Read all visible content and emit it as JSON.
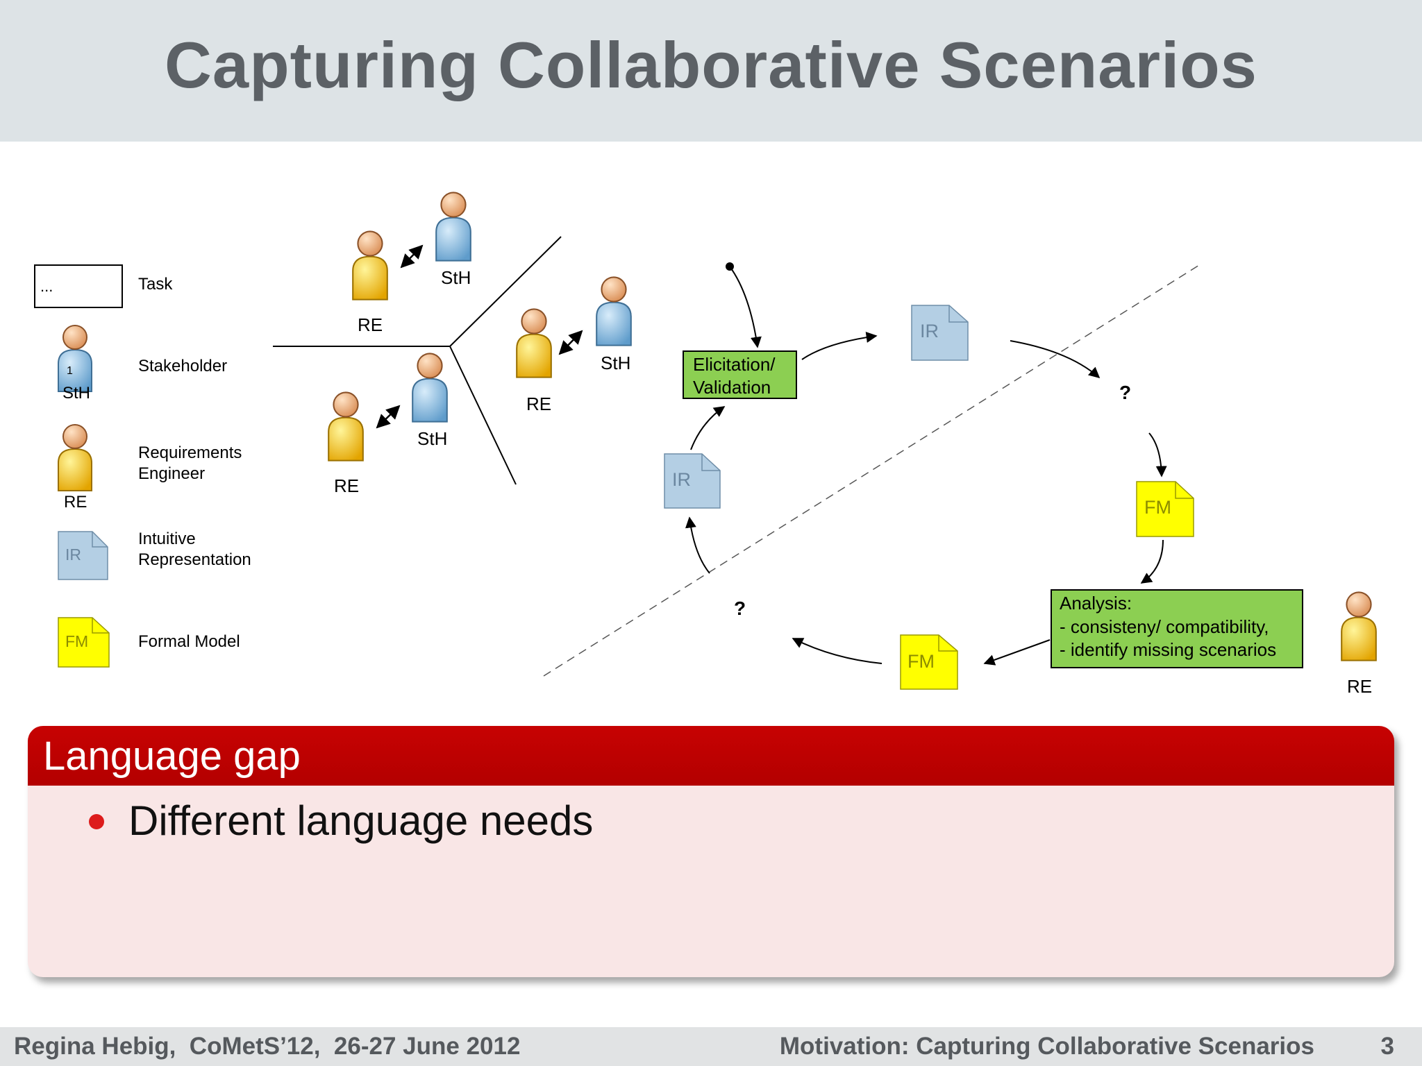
{
  "title": "Capturing Collaborative Scenarios",
  "legend": {
    "task_box_text": "...",
    "task": "Task",
    "stakeholder": "Stakeholder",
    "stakeholder_badge": "1",
    "sth": "StH",
    "requirements_engineer_line1": "Requirements",
    "requirements_engineer_line2": "Engineer",
    "re": "RE",
    "ir": "IR",
    "intuitive_line1": "Intuitive",
    "intuitive_line2": "Representation",
    "fm": "FM",
    "formal_model": "Formal Model"
  },
  "collab": {
    "groups": [
      {
        "re": "RE",
        "sth": "StH"
      },
      {
        "re": "RE",
        "sth": "StH"
      },
      {
        "re": "RE",
        "sth": "StH"
      }
    ]
  },
  "process": {
    "elicitation_line1": "Elicitation/",
    "elicitation_line2": "Validation",
    "ir_top": "IR",
    "ir_left": "IR",
    "question_right": "?",
    "question_bottom": "?",
    "fm_right": "FM",
    "fm_bottom": "FM",
    "analysis_line1": "Analysis:",
    "analysis_line2": "- consisteny/ compatibility,",
    "analysis_line3": "- identify missing scenarios",
    "re_right": "RE"
  },
  "block": {
    "title": "Language gap",
    "bullet": "Different language needs"
  },
  "footer": {
    "left": "Regina Hebig,  CoMetS’12,  26-27 June 2012",
    "right": "Motivation: Capturing Collaborative Scenarios",
    "page": "3"
  },
  "colors": {
    "title_bar": "#dde3e6",
    "title_text": "#5c6166",
    "block_header": "#c00000",
    "block_body": "#f9e6e6",
    "task_green": "#8ccf52",
    "ir_blue": "#b4cfe4",
    "fm_yellow": "#ffff00",
    "stakeholder_blue": "#8ec0e4",
    "engineer_yellow": "#f6c400"
  }
}
